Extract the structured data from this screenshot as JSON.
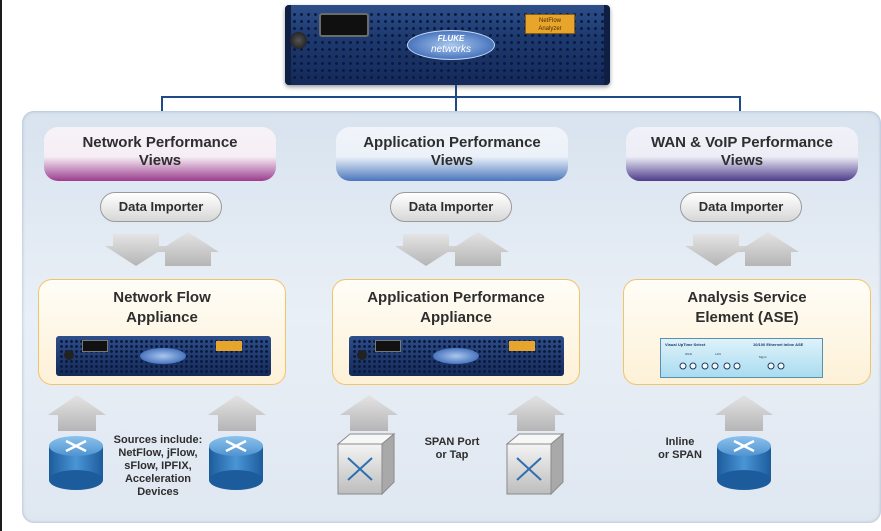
{
  "top_appliance": {
    "logo_line1": "FLUKE",
    "logo_line2": "networks",
    "label_line1": "NetFlow",
    "label_line2": "Analyzer"
  },
  "columns": [
    {
      "view_title_line1": "Network Performance",
      "view_title_line2": "Views",
      "importer": "Data Importer",
      "appliance_line1": "Network Flow",
      "appliance_line2": "Appliance",
      "source_lines": [
        "Sources include:",
        "NetFlow, jFlow,",
        "sFlow, IPFIX,",
        "Acceleration",
        "Devices"
      ]
    },
    {
      "view_title_line1": "Application Performance",
      "view_title_line2": "Views",
      "importer": "Data Importer",
      "appliance_line1": "Application Performance",
      "appliance_line2": "Appliance",
      "source_lines": [
        "SPAN Port",
        "or Tap"
      ]
    },
    {
      "view_title_line1": "WAN & VoIP Performance",
      "view_title_line2": "Views",
      "importer": "Data Importer",
      "appliance_line1": "Analysis Service",
      "appliance_line2": "Element (ASE)",
      "source_lines": [
        "Inline",
        "or SPAN"
      ]
    }
  ],
  "ase_device": {
    "left_label": "Visual UpTime Select",
    "right_label": "10/100 Ethernet Inline ASE",
    "group1": "WAN",
    "group2": "LAN",
    "group3": "Mgmt"
  },
  "colors": {
    "network_view_accent": "#9b3d8e",
    "application_view_accent": "#4a77bd",
    "wan_view_accent": "#4d3b8a",
    "appliance_border": "#f2c46a",
    "connector": "#1f4a87"
  }
}
